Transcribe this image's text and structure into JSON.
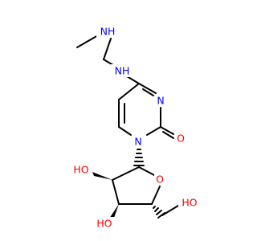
{
  "colors": {
    "bond": "#000000",
    "nitrogen": "#0000ff",
    "oxygen": "#ff0000"
  },
  "atoms": {
    "nh_methylamino": "NH",
    "nh_amino": "NH",
    "n3_ring": "N",
    "n1_ring": "N",
    "o_carbonyl": "O",
    "o_furanose": "O",
    "oh_c2": "HO",
    "oh_c3": "HO",
    "oh_c5": "HO"
  }
}
